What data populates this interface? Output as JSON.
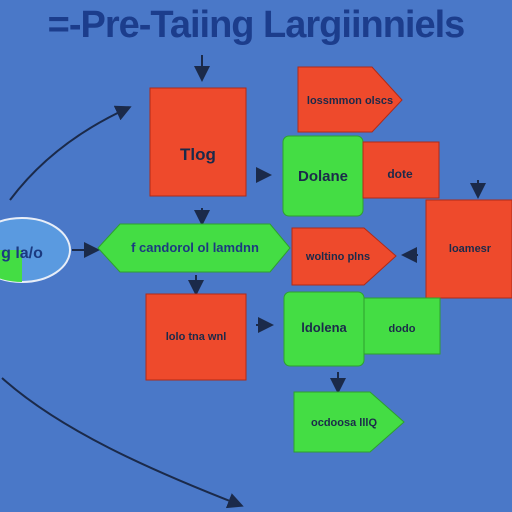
{
  "title": "=-Pre-Taiing Largiinniels",
  "colors": {
    "background": "#4a78c8",
    "red": "#ee4a2c",
    "green": "#44dd44",
    "title": "#1c3d8c",
    "arrow": "#1b2a4a"
  },
  "nodes": {
    "left_oval": {
      "label": "g la/o"
    },
    "red_top": {
      "label": "Tlog"
    },
    "arrow_tag_top": {
      "label": "lossmmon olscs"
    },
    "green_dolane": {
      "label": "Dolane"
    },
    "red_dote": {
      "label": "dote"
    },
    "green_hex": {
      "label": "f candorol ol lamdnn"
    },
    "arrow_mid": {
      "label": "woltino plns"
    },
    "red_right": {
      "label": "loamesr"
    },
    "red_bottom": {
      "label": "lolo tna wnl"
    },
    "green_ldolena": {
      "label": "ldolena"
    },
    "green_dodo": {
      "label": "dodo"
    },
    "green_bottom": {
      "label": "ocdoosa lllQ"
    }
  }
}
